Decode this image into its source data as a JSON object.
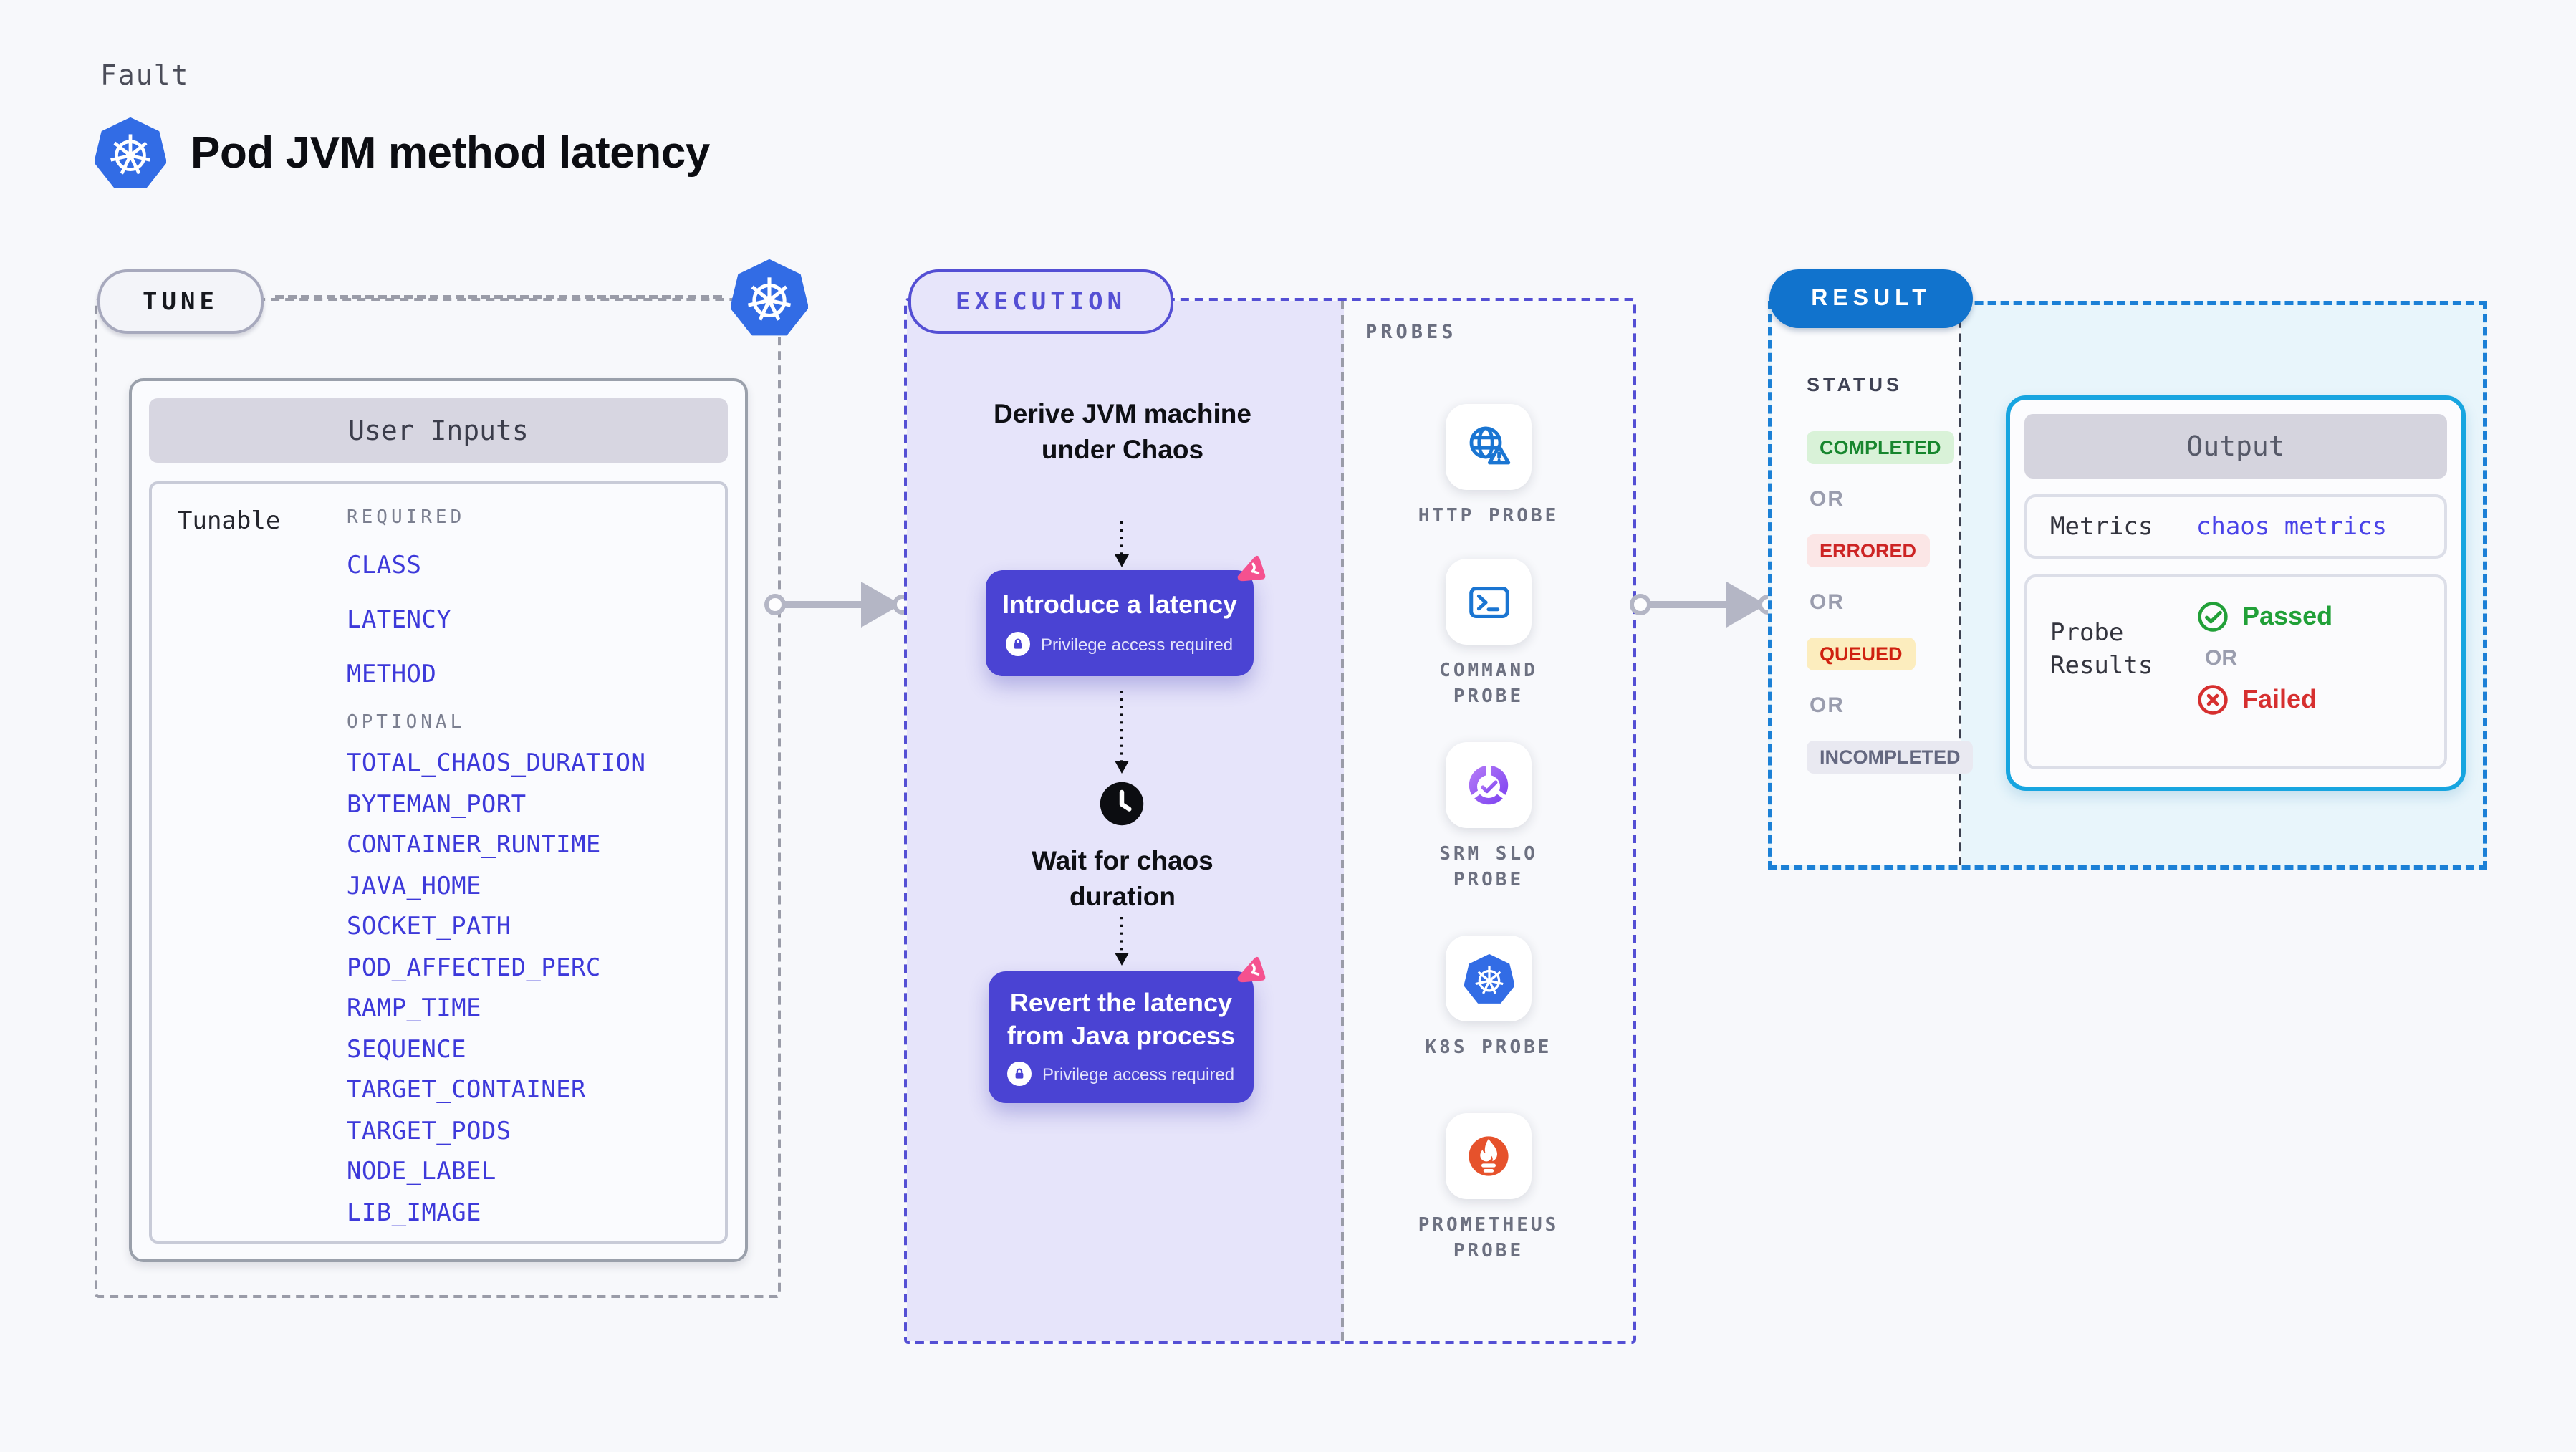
{
  "header": {
    "kicker": "Fault",
    "title": "Pod JVM method latency"
  },
  "tune": {
    "label": "TUNE",
    "panel_title": "User Inputs",
    "row_label": "Tunable",
    "required_label": "REQUIRED",
    "required": [
      "CLASS",
      "LATENCY",
      "METHOD"
    ],
    "optional_label": "OPTIONAL",
    "optional": [
      "TOTAL_CHAOS_DURATION",
      "BYTEMAN_PORT",
      "CONTAINER_RUNTIME",
      "JAVA_HOME",
      "SOCKET_PATH",
      "POD_AFFECTED_PERC",
      "RAMP_TIME",
      "SEQUENCE",
      "TARGET_CONTAINER",
      "TARGET_PODS",
      "NODE_LABEL",
      "LIB_IMAGE"
    ]
  },
  "execution": {
    "label": "EXECUTION",
    "step_derive": {
      "line1": "Derive JVM machine",
      "line2": "under Chaos"
    },
    "step_introduce": {
      "title": "Introduce a latency",
      "note": "Privilege access required"
    },
    "step_wait": {
      "line1": "Wait for chaos",
      "line2": "duration"
    },
    "step_revert": {
      "line1": "Revert the latency",
      "line2": "from Java process",
      "note": "Privilege access required"
    }
  },
  "probes": {
    "label": "PROBES",
    "items": [
      {
        "icon": "http-probe-icon",
        "line1": "HTTP PROBE",
        "line2": ""
      },
      {
        "icon": "command-probe-icon",
        "line1": "COMMAND",
        "line2": "PROBE"
      },
      {
        "icon": "srm-slo-probe-icon",
        "line1": "SRM SLO",
        "line2": "PROBE"
      },
      {
        "icon": "k8s-probe-icon",
        "line1": "K8S PROBE",
        "line2": ""
      },
      {
        "icon": "prometheus-probe-icon",
        "line1": "PROMETHEUS",
        "line2": "PROBE"
      }
    ]
  },
  "result": {
    "label": "RESULT",
    "status_label": "STATUS",
    "or_label": "OR",
    "statuses": [
      {
        "label": "COMPLETED",
        "type": "success"
      },
      {
        "label": "ERRORED",
        "type": "error"
      },
      {
        "label": "QUEUED",
        "type": "queued"
      },
      {
        "label": "INCOMPLETED",
        "type": "neutral"
      }
    ],
    "output": {
      "title": "Output",
      "metrics_label": "Metrics",
      "metrics_value": "chaos metrics",
      "probe_results_line1": "Probe",
      "probe_results_line2": "Results",
      "passed_label": "Passed",
      "or_label": "OR",
      "failed_label": "Failed"
    }
  },
  "colors": {
    "background": "#f7f8fb",
    "k8s_blue": "#326ce5",
    "step_purple": "#4a43d3",
    "execution_accent": "#544fd4",
    "litmus_pink": "#f5518f",
    "result_blue": "#1173cd",
    "result_border": "#1b80d6",
    "output_border": "#17a5e0",
    "tunable_link": "#3d39da",
    "completed_green": "#17862e",
    "errored_red": "#cd2424",
    "queued_amber_bg": "#fcedbe",
    "passed_green": "#21a038",
    "failed_red": "#d62f2f",
    "prometheus_orange": "#e6522c",
    "probe_icon_blue": "#1a75d2"
  }
}
